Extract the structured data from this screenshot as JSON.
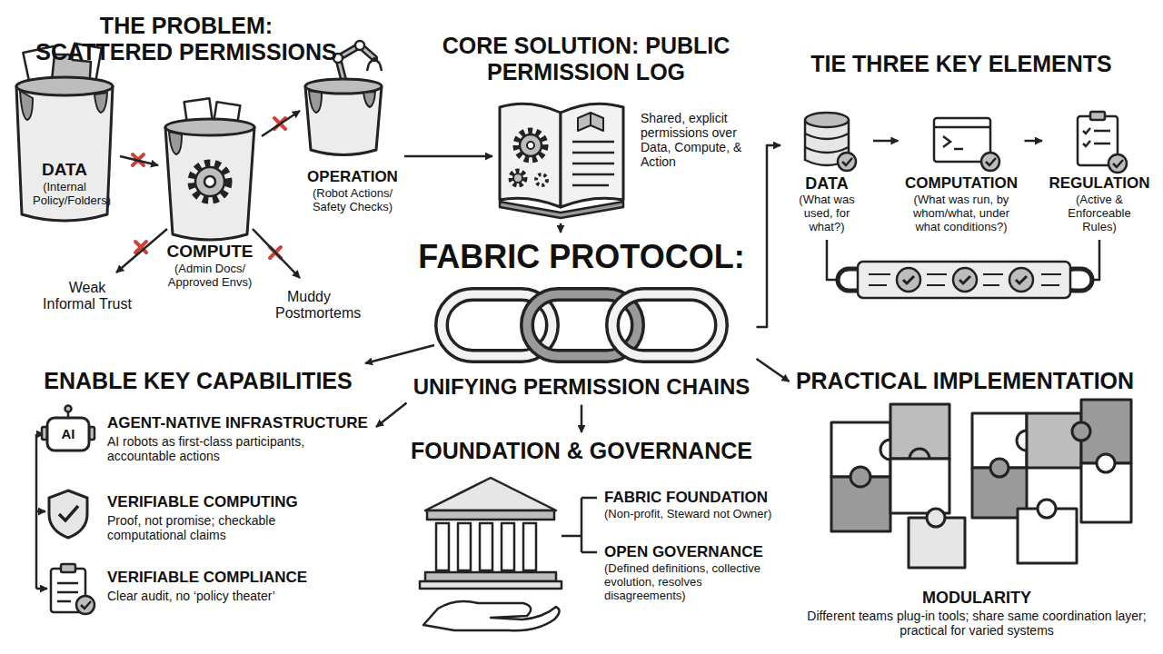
{
  "diagram": {
    "nodes": [
      {
        "text": [
          "DATA",
          "(Internal Policy/Folders)"
        ]
      },
      {
        "text": [
          "COMPUTE",
          "(Admin Docs/ Approved Envs)"
        ]
      },
      {
        "text": [
          "OPERATION",
          "(Robot Actions/ Safety Checks)"
        ]
      },
      {
        "text": [
          "Shared, explicit permissions over Data, Compute, & Action"
        ]
      },
      {
        "text": [
          "FABRIC PROTOCOL:",
          "UNIFYING PERMISSION CHAINS"
        ]
      },
      {
        "text": [
          "DATA",
          "(What was used, for what?)"
        ]
      },
      {
        "text": [
          "COMPUTATION",
          "(What was run, by whom/what, under what conditions?)"
        ]
      },
      {
        "text": [
          "REGULATION",
          "(Active & Enforceable Rules)"
        ]
      },
      {
        "text": [
          "AI",
          "AGENT-NATIVE INFRASTRUCTURE",
          "AI robots as first-class participants, accountable actions"
        ]
      },
      {
        "text": [
          "VERIFIABLE COMPUTING",
          "Proof, not promise; checkable computational claims"
        ]
      },
      {
        "text": [
          "VERIFIABLE COMPLIANCE",
          "Clear audit, no ‘policy theater’"
        ]
      },
      {
        "text": [
          "FOUNDATION & GOVERNANCE",
          "FABRIC FOUNDATION",
          "(Non-profit, Steward not Owner)",
          "OPEN GOVERNANCE",
          "(Defined definitions, collective evolution, resolves disagreements)"
        ]
      },
      {
        "text": [
          "PRACTICAL IMPLEMENTATION",
          "MODULARITY",
          "Different teams plug-in tools; share same coordination layer; practical for varied systems"
        ]
      }
    ],
    "edges": [
      {
        "from": 0,
        "to": 1,
        "arrow": "to"
      },
      {
        "from": 1,
        "to": 2,
        "arrow": "to"
      },
      {
        "from": 2,
        "to": 3,
        "arrow": "to"
      },
      {
        "from": 3,
        "to": 4,
        "arrow": "to"
      },
      {
        "from": 4,
        "to": 5,
        "arrow": "to"
      },
      {
        "from": 5,
        "to": 6,
        "arrow": "to"
      },
      {
        "from": 6,
        "to": 7,
        "arrow": "to"
      },
      {
        "from": 4,
        "to": 8,
        "arrow": "to"
      },
      {
        "from": 4,
        "to": 11,
        "arrow": "to"
      },
      {
        "from": 4,
        "to": 12,
        "arrow": "to"
      }
    ],
    "labels": [
      "THE PROBLEM: SCATTERED PERMISSIONS",
      "CORE SOLUTION: PUBLIC PERMISSION LOG",
      "TIE THREE KEY ELEMENTS",
      "ENABLE KEY CAPABILITIES",
      "Weak Informal Trust",
      "Muddy Postmortems"
    ]
  }
}
